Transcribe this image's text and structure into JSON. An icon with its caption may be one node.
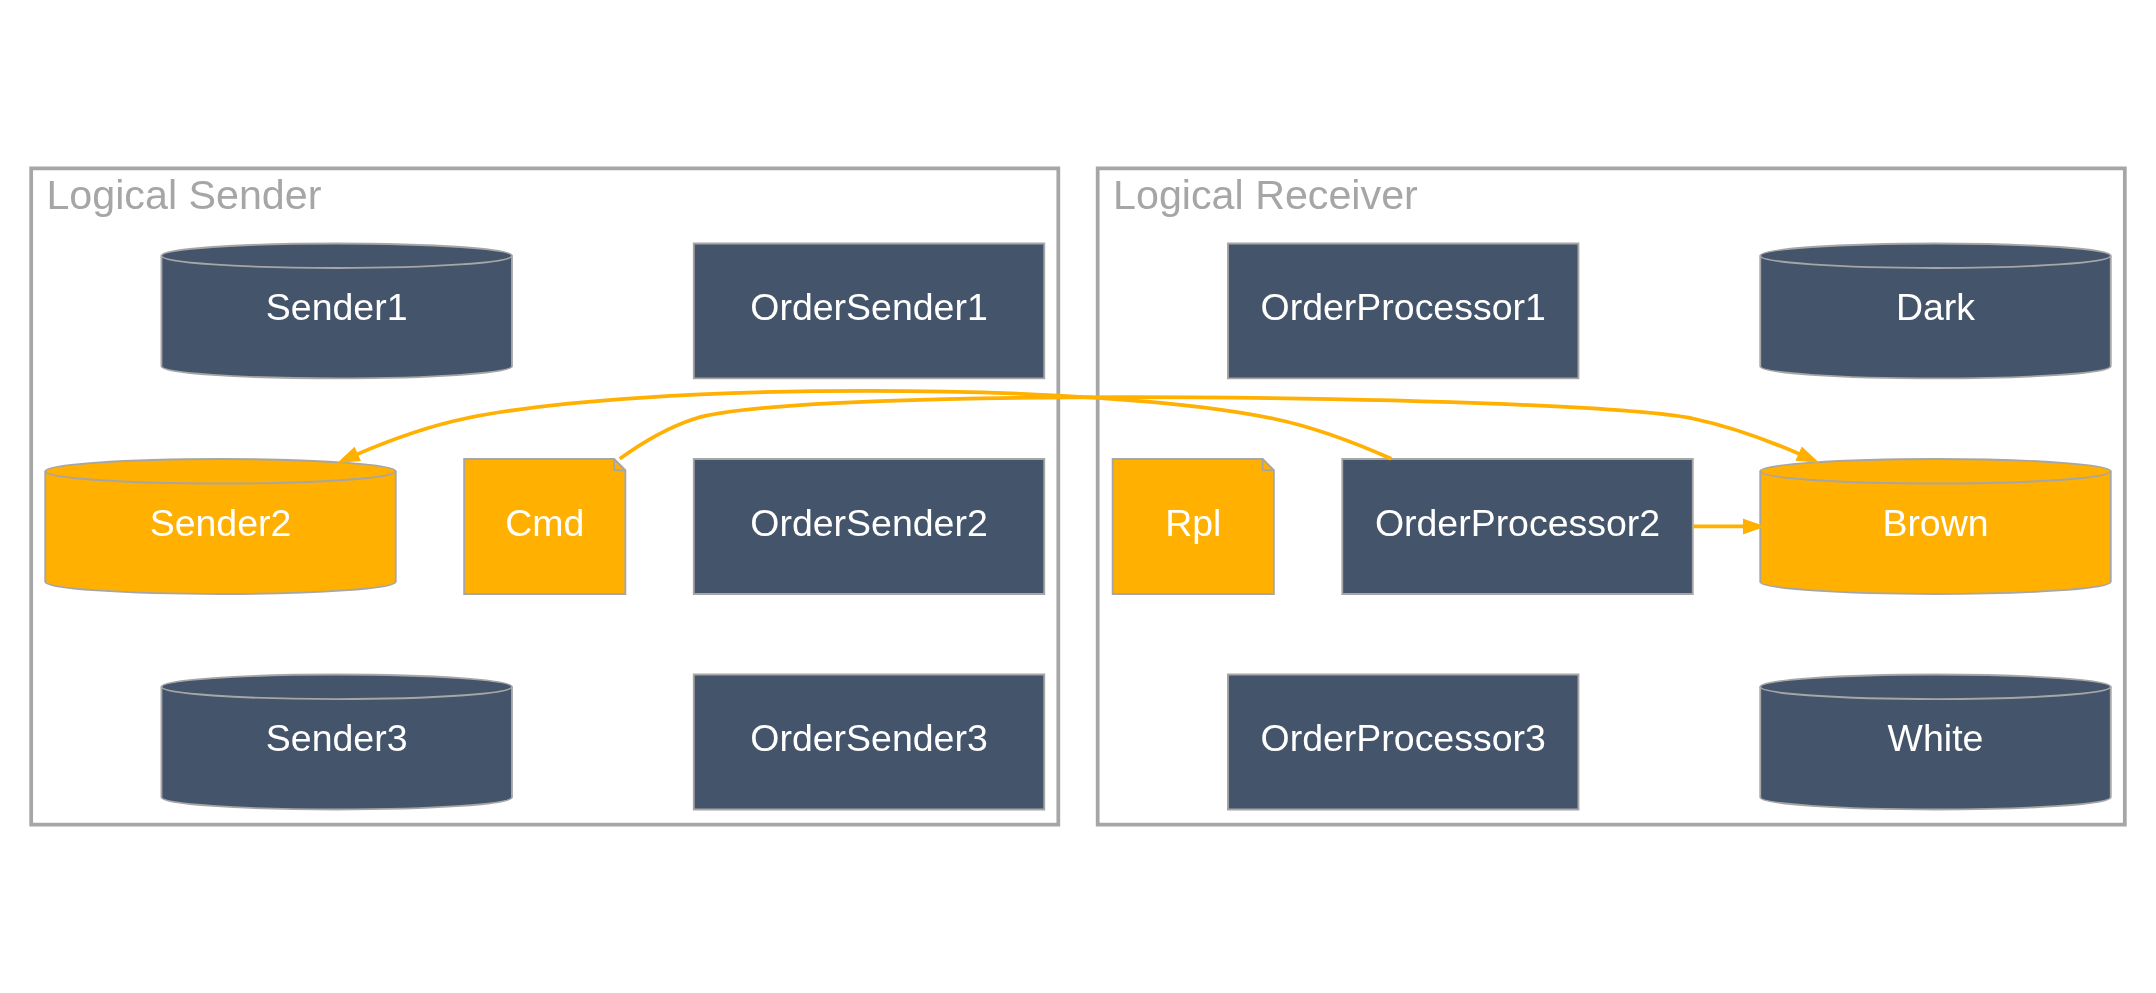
{
  "diagram": {
    "nodes": [
      {
        "text": [
          "Logical Sender"
        ]
      },
      {
        "text": [
          "OrderSender1"
        ],
        "in": 0
      },
      {
        "text": [
          "Sender1"
        ],
        "in": 0
      },
      {
        "text": [
          "OrderSender2"
        ],
        "in": 0
      },
      {
        "text": [
          "Cmd"
        ],
        "in": 0
      },
      {
        "text": [
          "Sender2"
        ],
        "in": 0
      },
      {
        "text": [
          "OrderSender3"
        ],
        "in": 0
      },
      {
        "text": [
          "Sender3"
        ],
        "in": 0
      },
      {
        "text": [
          "Logical Receiver"
        ]
      },
      {
        "text": [
          "Dark"
        ],
        "in": 8
      },
      {
        "text": [
          "OrderProcessor1"
        ],
        "in": 8
      },
      {
        "text": [
          "Brown"
        ],
        "in": 8
      },
      {
        "text": [
          "OrderProcessor2"
        ],
        "in": 8
      },
      {
        "text": [
          "Rpl"
        ],
        "in": 8
      },
      {
        "text": [
          "White"
        ],
        "in": 8
      },
      {
        "text": [
          "OrderProcessor3"
        ],
        "in": 8
      }
    ],
    "edges": [
      {
        "from": 4,
        "to": 11,
        "arrow": "to"
      },
      {
        "from": 12,
        "to": 11,
        "arrow": "to"
      },
      {
        "from": 12,
        "to": 5,
        "arrow": "to"
      }
    ]
  }
}
